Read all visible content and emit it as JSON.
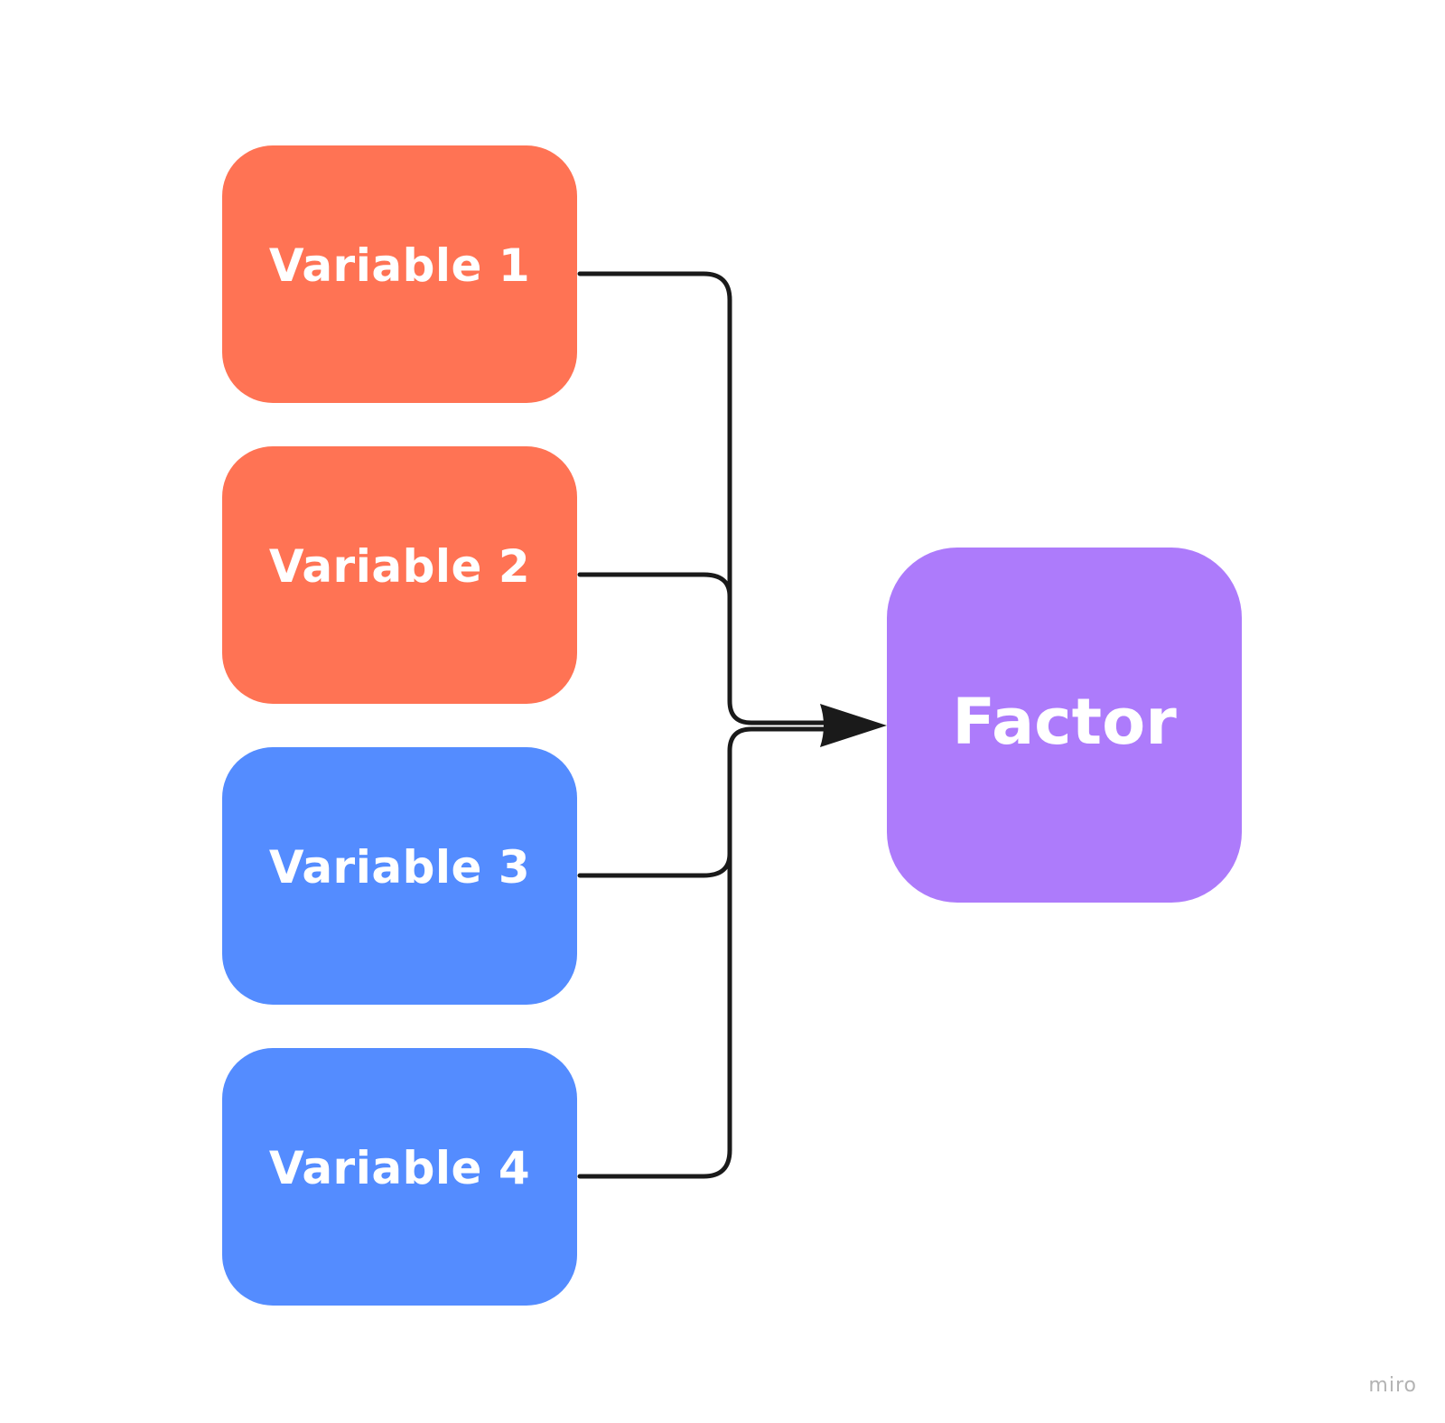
{
  "diagram": {
    "nodes": [
      {
        "id": "var1",
        "label": "Variable 1",
        "color": "#FF7354"
      },
      {
        "id": "var2",
        "label": "Variable 2",
        "color": "#FF7354"
      },
      {
        "id": "var3",
        "label": "Variable 3",
        "color": "#548CFF"
      },
      {
        "id": "var4",
        "label": "Variable 4",
        "color": "#548CFF"
      },
      {
        "id": "factor",
        "label": "Factor",
        "color": "#AD7BFB"
      }
    ],
    "edges": [
      {
        "from": "var1",
        "to": "factor"
      },
      {
        "from": "var2",
        "to": "factor"
      },
      {
        "from": "var3",
        "to": "factor"
      },
      {
        "from": "var4",
        "to": "factor"
      }
    ],
    "connector_color": "#1a1a1a"
  },
  "watermark": "miro"
}
